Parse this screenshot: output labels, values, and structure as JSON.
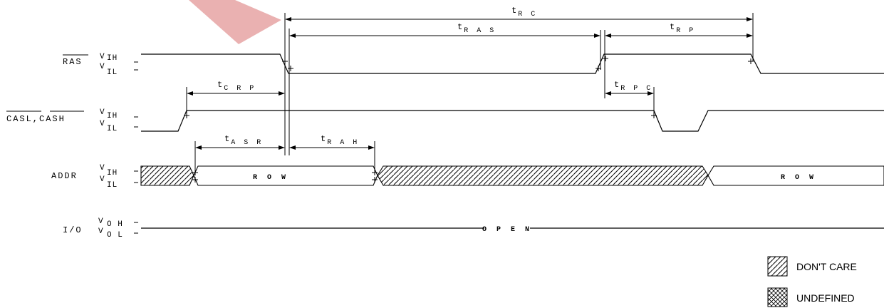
{
  "signals": {
    "ras": {
      "name": "RAS",
      "hi": "IH",
      "lo": "IL"
    },
    "cas": {
      "name": "CASL,CASH",
      "hi": "IH",
      "lo": "IL"
    },
    "addr": {
      "name": "ADDR",
      "hi": "IH",
      "lo": "IL"
    },
    "io": {
      "name": "I/O",
      "hi": "O H",
      "lo": "O L"
    },
    "v": "V"
  },
  "timing": {
    "rc": "R C",
    "ras": "R A S",
    "rp": "R P",
    "crp": "C R P",
    "rpc": "R P C",
    "asr": "A S R",
    "rah": "R A H",
    "t": "t"
  },
  "bus_labels": {
    "row1": "R O W",
    "row2": "R O W",
    "open": "O P E N"
  },
  "legend": {
    "dont_care": "DON'T CARE",
    "undefined": "UNDEFINED"
  }
}
